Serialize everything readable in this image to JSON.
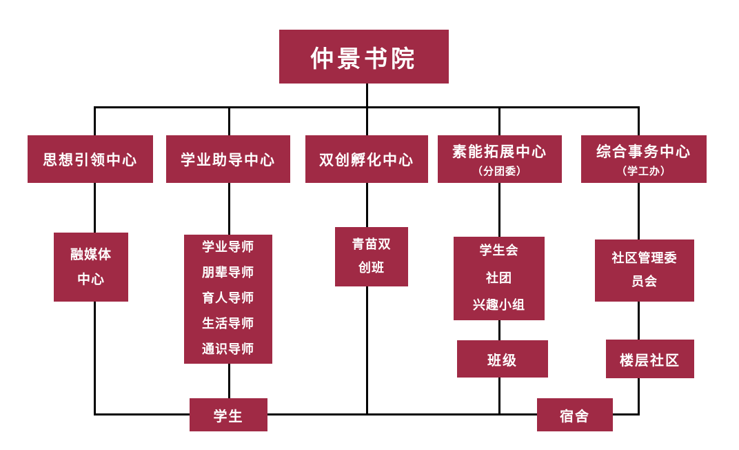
{
  "palette": {
    "background": "#ffffff",
    "box_fill": "#A02A45",
    "box_text": "#ffffff",
    "line_color": "#000000"
  },
  "org": {
    "root": {
      "label": "仲景书院"
    },
    "centers": [
      {
        "label": "思想引领中心"
      },
      {
        "label": "学业助导中心"
      },
      {
        "label": "双创孵化中心"
      },
      {
        "label": "素能拓展中心",
        "sub_label": "（分团委）"
      },
      {
        "label": "综合事务中心",
        "sub_label": "（学工办）"
      }
    ],
    "units": [
      {
        "lines": [
          "融媒体",
          "中心"
        ]
      },
      {
        "lines": [
          "学业导师",
          "朋辈导师",
          "育人导师",
          "生活导师",
          "通识导师"
        ]
      },
      {
        "lines": [
          "青苗双",
          "创班"
        ]
      },
      {
        "lines": [
          "学生会",
          "社团",
          "兴趣小组"
        ]
      },
      {
        "lines": [
          "社区管理委",
          "员会"
        ]
      }
    ],
    "level4": [
      {
        "label": "班级"
      },
      {
        "label": "楼层社区"
      }
    ],
    "bottom": [
      {
        "label": "学生"
      },
      {
        "label": "宿舍"
      }
    ]
  }
}
